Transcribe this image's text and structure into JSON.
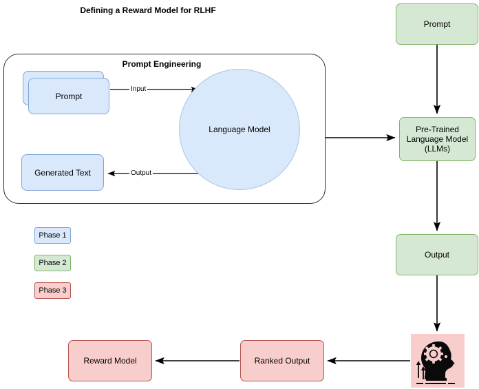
{
  "diagram": {
    "title": "Defining a Reward Model for RLHF",
    "colors": {
      "phase1_fill": "#dae8fc",
      "phase1_stroke": "#7ea6d8",
      "phase2_fill": "#d5e8d4",
      "phase2_stroke": "#82b366",
      "phase3_fill": "#f8cecc",
      "phase3_stroke": "#b85450",
      "container_stroke": "#2b2b2b",
      "edge_stroke": "#000000",
      "background": "#ffffff"
    }
  },
  "container": {
    "label": "Prompt Engineering"
  },
  "nodes": {
    "prompt_stack": {
      "label": "Prompt",
      "phase": "1"
    },
    "generated_text": {
      "label": "Generated Text",
      "phase": "1"
    },
    "language_model": {
      "label": "Language Model",
      "phase": "1"
    },
    "prompt_right": {
      "label": "Prompt",
      "phase": "2"
    },
    "pretrained_llm": {
      "line1": "Pre-Trained",
      "line2": "Language Model",
      "line3": "(LLMs)",
      "phase": "2"
    },
    "output_right": {
      "label": "Output",
      "phase": "2"
    },
    "human_feedback": {
      "icon": "head-with-gear-icon",
      "phase": "3"
    },
    "ranked_output": {
      "label": "Ranked Output",
      "phase": "3"
    },
    "reward_model": {
      "label": "Reward Model",
      "phase": "3"
    }
  },
  "edges": {
    "prompt_to_lm": "Input",
    "lm_to_generated": "Output"
  },
  "legend": [
    {
      "label": "Phase 1",
      "fill": "#dae8fc",
      "stroke": "#7ea6d8"
    },
    {
      "label": "Phase 2",
      "fill": "#d5e8d4",
      "stroke": "#82b366"
    },
    {
      "label": "Phase 3",
      "fill": "#f8cecc",
      "stroke": "#b85450"
    }
  ]
}
